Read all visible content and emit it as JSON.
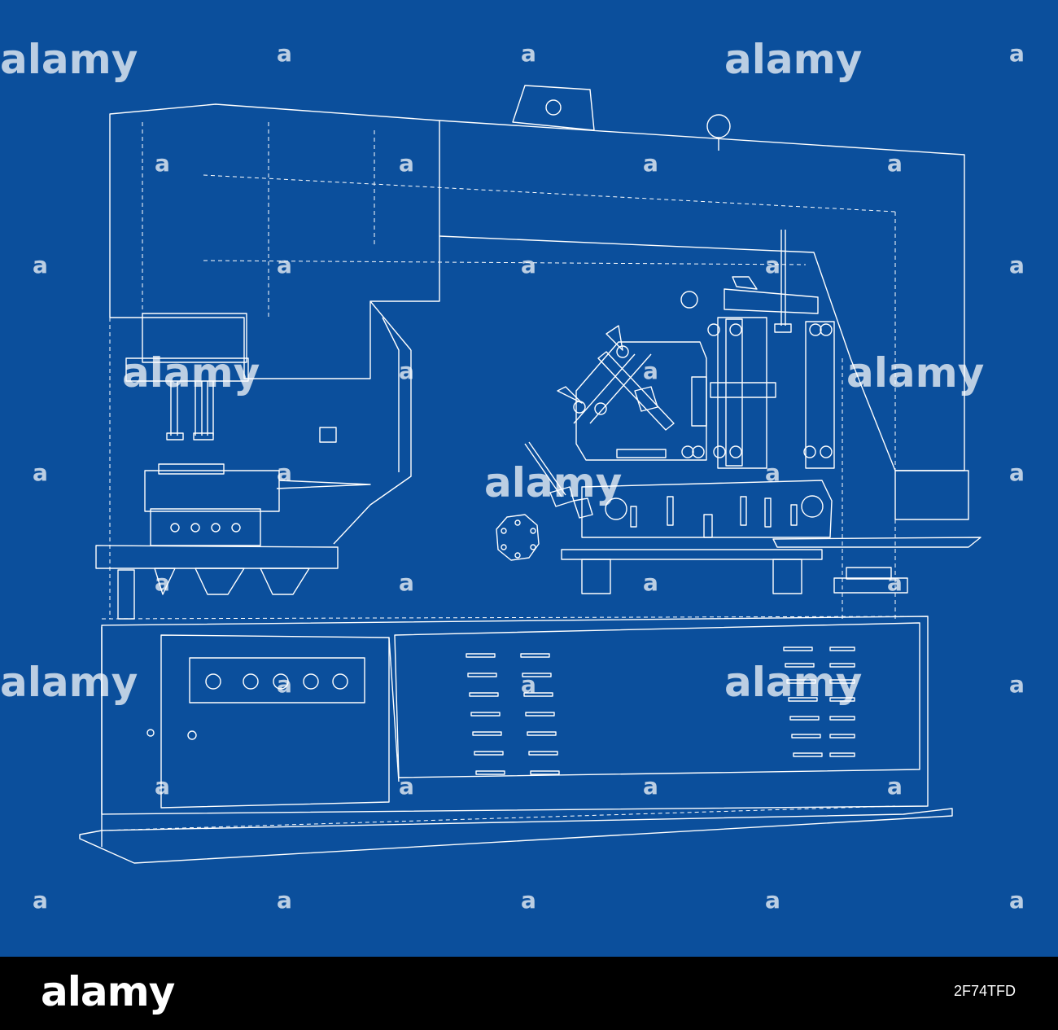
{
  "colors": {
    "background": "#0b4f9c",
    "line": "#ffffff",
    "footer": "#000000"
  },
  "subject_icon": "wireframe-ironworker-machine",
  "watermark": {
    "text": "alamy",
    "small_mark": "a"
  },
  "footer": {
    "logo": "alamy",
    "image_id": "2F74TFD"
  }
}
